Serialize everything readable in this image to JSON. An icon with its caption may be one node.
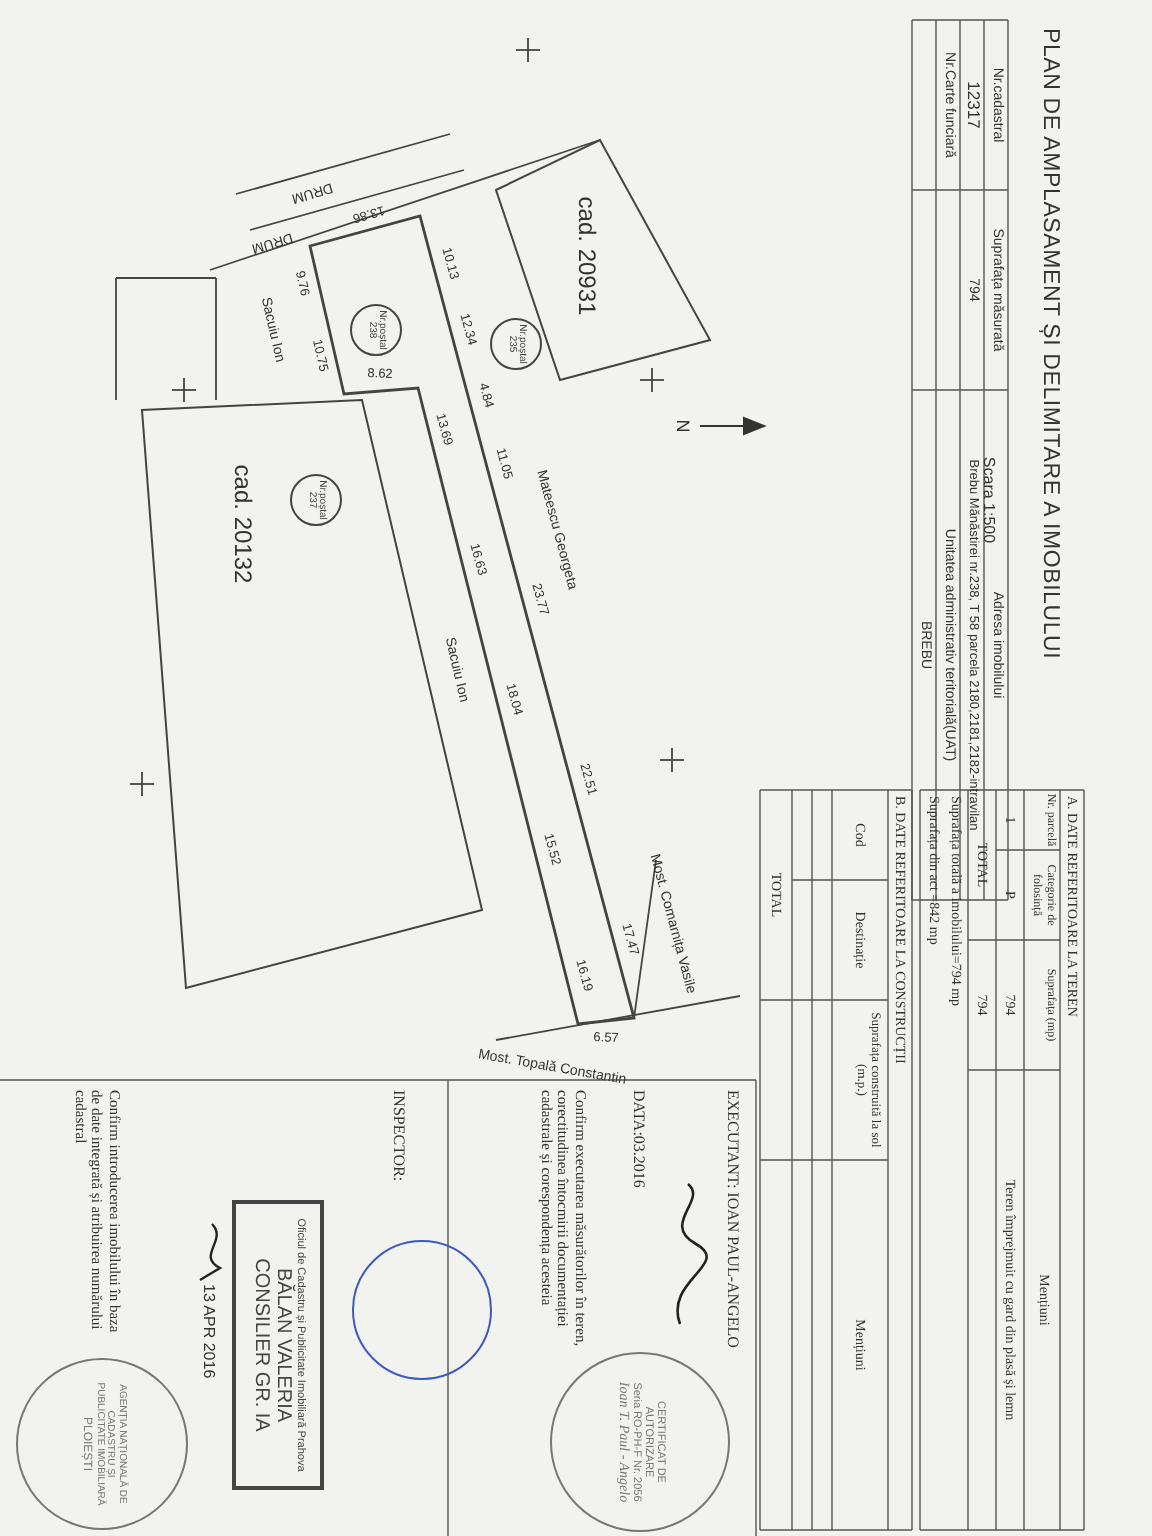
{
  "diagram": {
    "title": "PLAN DE AMPLASAMENT ȘI DELIMITARE A IMOBILULUI",
    "nodes": [
      {
        "text": [
          "cad. 20931"
        ]
      },
      {
        "text": [
          "Nr.poștal 235"
        ]
      },
      {
        "text": [
          "Nr.poștal 238"
        ]
      },
      {
        "text": [
          "cad. 20132"
        ]
      },
      {
        "text": [
          "Nr.poștal 237"
        ],
        "in": 3
      },
      {
        "text": [],
        "shape": "circle"
      },
      {
        "text": [
          "CERTIFICAT DE AUTORIZARE",
          "Seria RO-PH-F Nr. 2056",
          "Ioan T. Paul - Angelo"
        ]
      },
      {
        "text": [
          "Oficiul de Cadastru și Publicitate Imobiliară Prahova",
          "BĂLAN VALERIA",
          "CONSILIER GR. IA"
        ],
        "beside": [
          "13 APR 2016"
        ]
      },
      {
        "text": [
          "AGENȚIA NAȚIONALĂ DE CADASTRU ȘI PUBLICITATE IMOBILIARĂ",
          "PLOIEȘTI"
        ]
      }
    ],
    "labels": [
      "Scara 1:500",
      "Nr.cadastral",
      "Suprafața măsurată",
      "Adresa imobilului",
      "12317",
      "794",
      "Brebu Mănăstirei nr.238, T 58 parcela 2180,2181,2182-intravilan",
      "Nr.Carte funciară",
      "Unitatea administrativ teritorială(UAT)",
      "BREBU",
      "DRUM",
      "DRUM",
      "Sacuiu Ion",
      "Mateescu Georgeta",
      "Sacuiu Ion",
      "Most. Comarnița Vasile",
      "Most. Topală Constantin",
      "13.86",
      "10.13",
      "12.34",
      "4.84",
      "11.05",
      "23.77",
      "22.51",
      "17.47",
      "6.57",
      "16.19",
      "15.52",
      "18.04",
      "16.63",
      "13.69",
      "8.62",
      "10.75",
      "9.76",
      "N",
      "A. DATE REFERITOARE LA TEREN",
      "Nr. parcelă",
      "Categorie de folosință",
      "Suprafața (mp)",
      "Mențiuni",
      "1",
      "P",
      "794",
      "Teren împrejmuit cu gard din plasă și lemn",
      "TOTAL",
      "794",
      "Suprafața totală a imobilului=794 mp",
      "Suprafața din act =842 mp",
      "B. DATE REFERITOARE LA CONSTRUCȚII",
      "Cod",
      "Destinație",
      "Suprafața construită la sol (m.p.)",
      "Mențiuni",
      "TOTAL",
      "EXECUTANT: IOAN PAUL-ANGELO",
      "DATA:03.2016",
      "Confirm executarea măsurătorilor în teren, corectitudinea întocmirii documentației cadastrale și corespondența acesteia",
      "INSPECTOR:",
      "Confirm introducerea imobilului în baza de date integrată și atribuirea numărului cadastral"
    ]
  }
}
